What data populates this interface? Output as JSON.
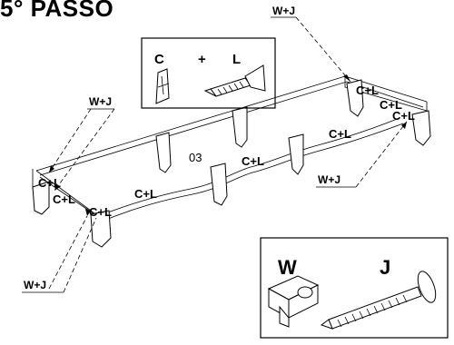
{
  "title": "5° PASSO",
  "center_number": "03",
  "callouts": {
    "top_right": "W+J",
    "left": "W+J",
    "bottom_left": "W+J",
    "right_mid": "W+J"
  },
  "fastener_labels": {
    "cl_1": "C+L",
    "cl_2": "C+L",
    "cl_3": "C+L",
    "cl_4": "C+L",
    "cl_5": "C+L",
    "cl_6": "C+L",
    "cl_7": "C+L",
    "cl_8": "C+L",
    "cl_9": "C+L"
  },
  "legend_top": {
    "c_letter": "C",
    "plus": "+",
    "l_letter": "L"
  },
  "legend_bottom": {
    "w_letter": "W",
    "j_letter": "J"
  }
}
